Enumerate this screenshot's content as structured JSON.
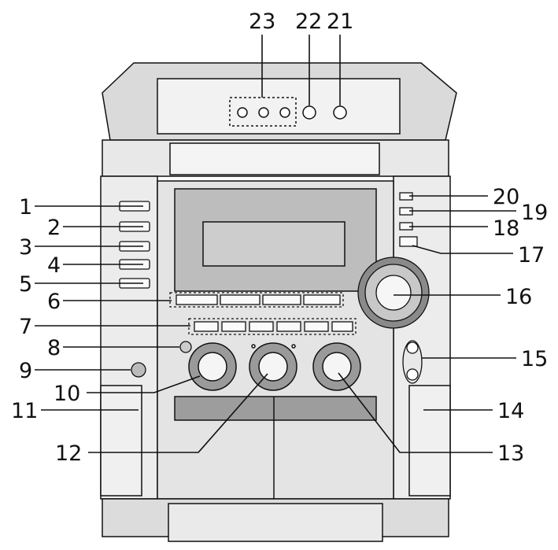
{
  "figure": {
    "callouts": [
      {
        "id": "1",
        "label": "1"
      },
      {
        "id": "2",
        "label": "2"
      },
      {
        "id": "3",
        "label": "3"
      },
      {
        "id": "4",
        "label": "4"
      },
      {
        "id": "5",
        "label": "5"
      },
      {
        "id": "6",
        "label": "6"
      },
      {
        "id": "7",
        "label": "7"
      },
      {
        "id": "8",
        "label": "8"
      },
      {
        "id": "9",
        "label": "9"
      },
      {
        "id": "10",
        "label": "10"
      },
      {
        "id": "11",
        "label": "11"
      },
      {
        "id": "12",
        "label": "12"
      },
      {
        "id": "13",
        "label": "13"
      },
      {
        "id": "14",
        "label": "14"
      },
      {
        "id": "15",
        "label": "15"
      },
      {
        "id": "16",
        "label": "16"
      },
      {
        "id": "17",
        "label": "17"
      },
      {
        "id": "18",
        "label": "18"
      },
      {
        "id": "19",
        "label": "19"
      },
      {
        "id": "20",
        "label": "20"
      },
      {
        "id": "21",
        "label": "21"
      },
      {
        "id": "22",
        "label": "22"
      },
      {
        "id": "23",
        "label": "23"
      }
    ],
    "colors": {
      "line": "#111111",
      "body": "#e9e9e9",
      "body_dark": "#bdbdbd",
      "display": "#b7b7b7",
      "display_window": "#c9c9c9"
    }
  }
}
